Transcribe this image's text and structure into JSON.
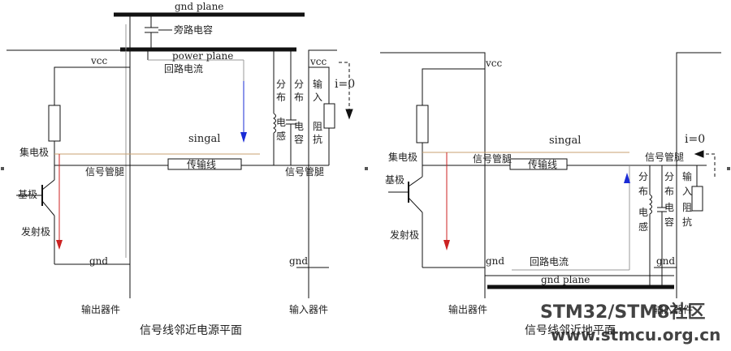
{
  "left": {
    "gnd_plane": "gnd plane",
    "bypass_cap": "旁路电容",
    "power_plane": "power plane",
    "return_current": "回路电流",
    "vcc_out": "vcc",
    "vcc_in": "vcc",
    "i_zero": "i=0",
    "collector": "集电极",
    "base": "基极",
    "emitter": "发射极",
    "signal": "singal",
    "tline": "传输线",
    "signal_pin_out": "信号管腿",
    "signal_pin_in": "信号管腿",
    "dist_inductance": [
      "分",
      "布",
      "电",
      "感"
    ],
    "dist_capacitance": [
      "分",
      "布",
      "电",
      "容"
    ],
    "input_impedance": [
      "输",
      "入",
      "阻",
      "抗"
    ],
    "gnd_out": "gnd",
    "gnd_in": "gnd",
    "output_device": "输出器件",
    "input_device": "输入器件",
    "caption": "信号线邻近电源平面"
  },
  "right": {
    "vcc": "vcc",
    "signal": "singal",
    "collector": "集电极",
    "base": "基极",
    "emitter": "发射极",
    "signal_pin_out": "信号管腿",
    "tline": "传输线",
    "signal_pin_in": "信号管腿",
    "i_zero": "i=0",
    "dist_inductance": [
      "分",
      "布",
      "电",
      "感"
    ],
    "dist_capacitance": [
      "分",
      "布",
      "电",
      "容"
    ],
    "input_impedance": [
      "输",
      "入",
      "阻",
      "抗"
    ],
    "return_current": "回路电流",
    "gnd_out": "gnd",
    "gnd_in": "gnd",
    "gnd_plane": "gnd plane",
    "output_device": "输出器件",
    "input_device": "输入器件",
    "caption": "信号线邻近地平面"
  },
  "watermark": {
    "line1": "STM32/STM8社区",
    "line2": "www.stmcu.org.cn"
  },
  "colors": {
    "line": "#111111",
    "return_red": "#cc2222",
    "return_blue": "#1a2bd6",
    "signal_tan": "#c8a070",
    "watermark": "#5aa0dc"
  }
}
